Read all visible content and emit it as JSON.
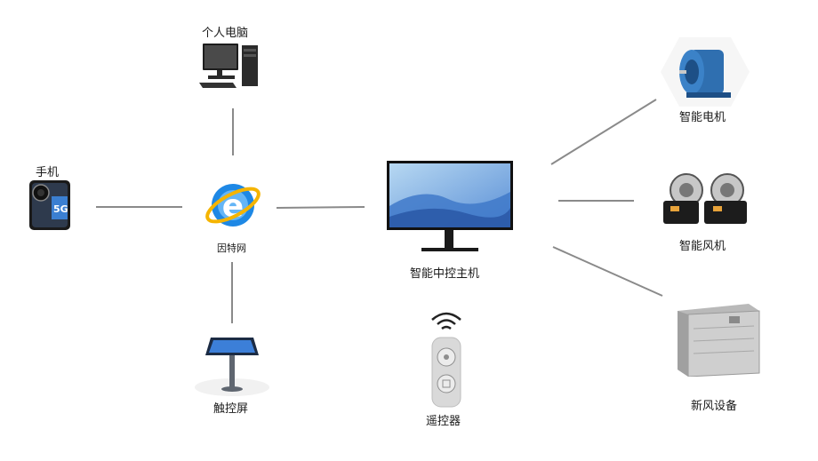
{
  "nodes": {
    "pc": "个人电脑",
    "phone": "手机",
    "internet": "因特网",
    "touch": "触控屏",
    "host": "智能中控主机",
    "remote": "遥控器",
    "motor": "智能电机",
    "fan": "智能风机",
    "fresh_air": "新风设备"
  },
  "phone_badge": "5G",
  "internet_glyph": "e",
  "colors": {
    "line": "#8a8a8a",
    "ie_blue": "#1e88e5",
    "ie_ring": "#f5b400",
    "motor_blue": "#2f6fb0"
  }
}
